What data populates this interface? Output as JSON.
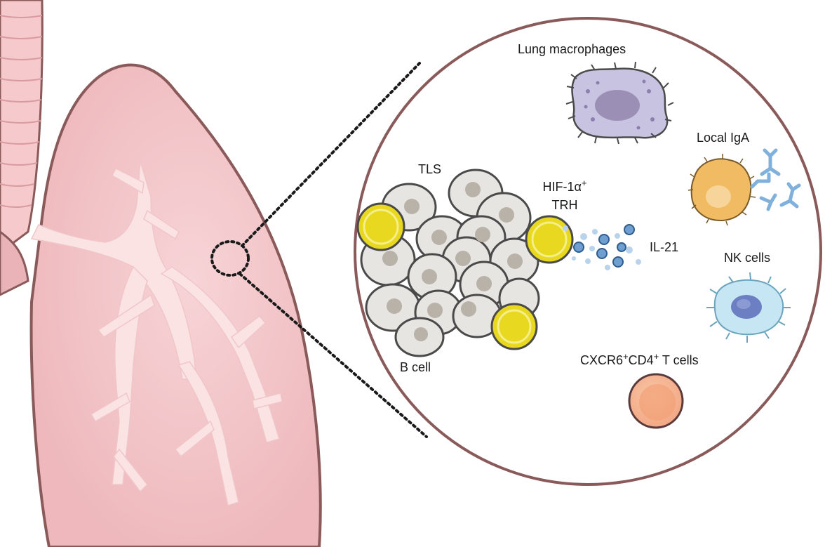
{
  "labels": {
    "lung_macrophages": "Lung macrophages",
    "local_iga": "Local IgA",
    "tls": "TLS",
    "trh_line1": "HIF-1α",
    "trh_line1_sup": "+",
    "trh_line2": "TRH",
    "il21": "IL-21",
    "nk_cells": "NK cells",
    "b_cell": "B cell",
    "cxcr6_part1": "CXCR6",
    "cxcr6_sup1": "+",
    "cxcr6_part2": "CD4",
    "cxcr6_sup2": "+",
    "cxcr6_part3": " T cells"
  },
  "colors": {
    "lung_fill": "#f2c3c6",
    "lung_outline": "#8a5a5a",
    "airway": "#fbe3e4",
    "trachea": "#f6c9cc",
    "b_cell_fill": "#e6e5e2",
    "b_cell_nucleus": "#b8b2a9",
    "trh_cell": "#e8d81f",
    "cytokine": "#6f9fd1",
    "macrophage": "#c9c3e2",
    "macrophage_nucleus": "#9c8fb6",
    "plasma_cell": "#f0bb62",
    "antibody": "#7fb1dc",
    "nk_cell": "#c7e6f3",
    "nk_nucleus": "#6b7fc2",
    "t_cell": "#f4b090"
  }
}
